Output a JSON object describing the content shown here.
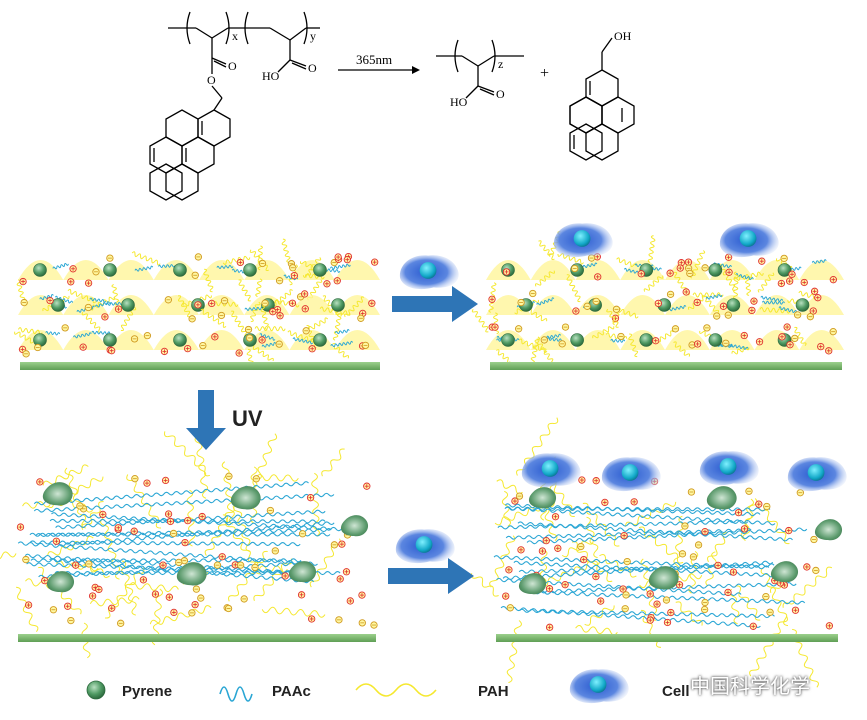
{
  "chem": {
    "sub_x": "x",
    "sub_y": "y",
    "sub_z": "z",
    "ester_o": "O",
    "ester_o2": "O",
    "acid_ho": "HO",
    "acid_o": "O",
    "prod_ho": "HO",
    "prod_o": "O",
    "oh": "OH",
    "wavelength": "365nm",
    "plus": "+"
  },
  "uv_label": "UV",
  "legend": {
    "pyrene": "Pyrene",
    "paac": "PAAc",
    "pah": "PAH",
    "cell": "Cell"
  },
  "watermark": "中国科学化学",
  "colors": {
    "substrate": "#7fbf6f",
    "arrow": "#2e75b6",
    "pah": "#f5e830",
    "paac": "#2aa6d4",
    "pyrene": "#4f9a63",
    "charge": "#e03030",
    "cell": "#3b6fd6",
    "nucleus": "#1fb6d0"
  }
}
